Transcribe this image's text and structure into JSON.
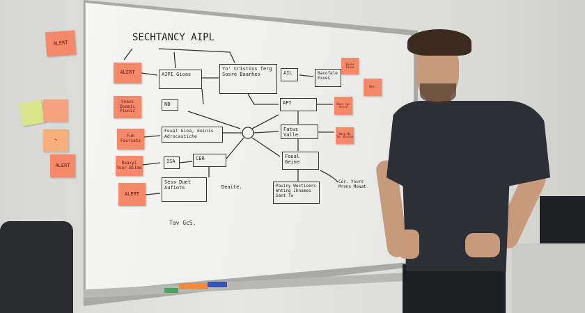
{
  "scene": "whiteboard",
  "board": {
    "title": "SECHTANCY AIPL",
    "boxes": [
      {
        "text": "AIPI  Gioas"
      },
      {
        "text": "Yo' Cristius ferg Sosre Baarhes"
      },
      {
        "text": "AIL"
      },
      {
        "text": "Bacofale Exues"
      },
      {
        "text": "API"
      },
      {
        "text": "Fatws Valle"
      },
      {
        "text": "Foual Gioa, Eoinis Adrocastiche"
      },
      {
        "text": "ISA"
      },
      {
        "text": "CER"
      },
      {
        "text": "Foual Geine"
      },
      {
        "text": "Sess Duet Aufiots"
      },
      {
        "text": "Paviny Wectioers Wnting Ihnames Sant Tw"
      },
      {
        "text": "NB"
      }
    ],
    "notes": [
      "Deaite.",
      "Cor. Yours Mrons Mowat",
      "Tav GcS."
    ],
    "stickies": [
      "ALERT",
      "Seavs Doomic Pionic",
      "Fun Faursats",
      "Reaxyi Your Bilme",
      "ALERT",
      "Bsale Tuuse",
      "Nost",
      "Baue ign Aviso",
      "Wase Nu Tor Blesim"
    ]
  },
  "wall_stickies": [
    "ALERT",
    "",
    "",
    "",
    "ALERT"
  ],
  "colors": {
    "sticky": "#f6896a",
    "sticky_green": "#d8e58a",
    "shirt": "#2c2f35"
  }
}
